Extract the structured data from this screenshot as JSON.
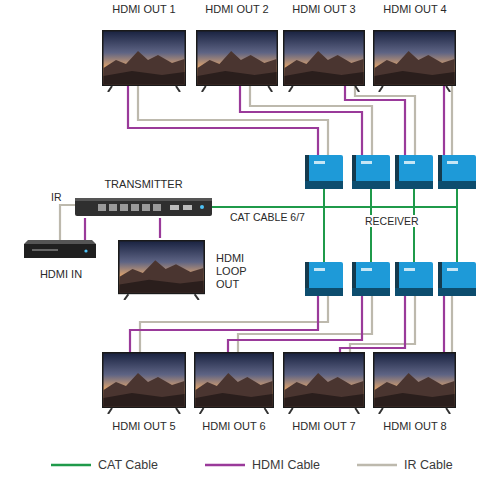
{
  "diagram": {
    "nodes": [
      {
        "text": [
          "HDMI OUT 1"
        ]
      },
      {
        "text": [
          "HDMI OUT 2"
        ]
      },
      {
        "text": [
          "HDMI OUT 3"
        ]
      },
      {
        "text": [
          "HDMI OUT 4"
        ]
      },
      {
        "text": [
          "TRANSMITTER"
        ]
      },
      {
        "text": [
          "HDMI IN"
        ]
      },
      {
        "text": [
          "HDMI LOOP OUT"
        ]
      },
      {
        "text": [
          "HDMI OUT 5"
        ]
      },
      {
        "text": [
          "HDMI OUT 6"
        ]
      },
      {
        "text": [
          "HDMI OUT 7"
        ]
      },
      {
        "text": [
          "HDMI OUT 8"
        ]
      }
    ],
    "edges": [
      {
        "from": 5,
        "to": 4,
        "arrow": "none"
      },
      {
        "from": 4,
        "to": 5,
        "arrow": "none"
      },
      {
        "from": 4,
        "to": 6,
        "arrow": "none"
      }
    ],
    "labels": [
      "IR",
      "CAT CABLE 6/7",
      "RECEIVER"
    ],
    "legend": [
      {
        "text": "CAT Cable"
      },
      {
        "text": "HDMI Cable"
      },
      {
        "text": "IR Cable"
      }
    ]
  }
}
